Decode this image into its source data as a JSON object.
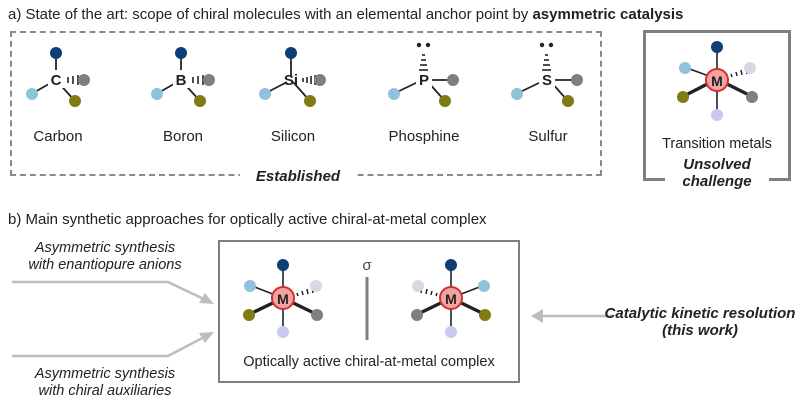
{
  "section_a": {
    "header_prefix": "a) State of the art: scope of chiral molecules with an elemental anchor point by ",
    "header_bold": "asymmetric catalysis",
    "atoms": [
      {
        "symbol": "C",
        "label": "Carbon"
      },
      {
        "symbol": "B",
        "label": "Boron"
      },
      {
        "symbol": "Si",
        "label": "Silicon"
      },
      {
        "symbol": "P",
        "label": "Phosphine"
      },
      {
        "symbol": "S",
        "label": "Sulfur"
      }
    ],
    "established_label": "Established",
    "metal_symbol": "M",
    "metal_label": "Transition metals",
    "unsolved_line1": "Unsolved",
    "unsolved_line2": "challenge"
  },
  "section_b": {
    "header": "b) Main synthetic approaches for optically active chiral-at-metal complex",
    "left_top_line1": "Asymmetric synthesis",
    "left_top_line2": "with enantiopure anions",
    "left_bottom_line1": "Asymmetric synthesis",
    "left_bottom_line2": "with chiral auxiliaries",
    "mirror_symbol": "σ",
    "complex_label": "Optically active chiral-at-metal complex",
    "right_line1": "Catalytic kinetic resolution",
    "right_line2": "(this work)",
    "metal_symbol": "M"
  },
  "colors": {
    "navy": "#0e3d78",
    "gray": "#7f7f7f",
    "lightblue": "#8fc3dc",
    "olive": "#7e7c12",
    "lavender": "#c7c9ee",
    "lightpurple": "#ddd4e4",
    "metal_fill": "#f4a3a3",
    "metal_stroke": "#cc3333",
    "dashed_border": "#8a8a8a",
    "box_border": "#7f7f7f",
    "arrow": "#bdbdbd"
  }
}
